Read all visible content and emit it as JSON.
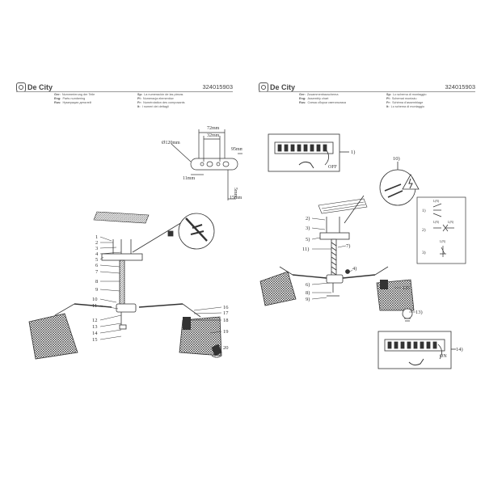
{
  "left": {
    "brand": "De City",
    "code": "324015903",
    "languages": [
      {
        "code": "Ger:",
        "text": "Nummerierung der Teile"
      },
      {
        "code": "Eng:",
        "text": "Parts numbering"
      },
      {
        "code": "Rus:",
        "text": "Нумерация деталей"
      },
      {
        "code": "Sp:",
        "text": "La numeración de las piezas"
      },
      {
        "code": "Pl:",
        "text": "Numeracja elementów"
      },
      {
        "code": "Fr:",
        "text": "Numérotation des composants"
      },
      {
        "code": "It:",
        "text": "I numeri dei dettagli"
      }
    ],
    "dims": {
      "d72": "72mm",
      "d32": "32mm",
      "d120": "Ø120mm",
      "d95": "95mm",
      "d11": "11mm",
      "d5": "5mm",
      "d15": "15mm"
    },
    "parts": [
      "1",
      "2",
      "3",
      "4",
      "5",
      "6",
      "7",
      "8",
      "9",
      "10",
      "11",
      "12",
      "13",
      "14",
      "15",
      "16",
      "17",
      "18",
      "19",
      "20"
    ]
  },
  "right": {
    "brand": "De City",
    "code": "324015903",
    "languages": [
      {
        "code": "Ger:",
        "text": "Zusammenbauschema"
      },
      {
        "code": "Eng:",
        "text": "Assembly chart"
      },
      {
        "code": "Rus:",
        "text": "Схема сборки светильника"
      },
      {
        "code": "Sp:",
        "text": "Lo schema di montaggio"
      },
      {
        "code": "Pl:",
        "text": "Schemat montażu"
      },
      {
        "code": "Fr:",
        "text": "Schéma d'assemblage"
      },
      {
        "code": "It:",
        "text": "Lo schema di montaggio"
      }
    ],
    "steps": [
      "1)",
      "2)",
      "3)",
      "4)",
      "5)",
      "6)",
      "7)",
      "8)",
      "9)",
      "10)",
      "11)",
      "12)",
      "13)",
      "14)"
    ],
    "off_label": "OFF",
    "on_label": "ON",
    "wire_labels": {
      "l1": "L(N)",
      "l2": "L(N)",
      "l3": "L(N)",
      "l4": "L(N)"
    }
  }
}
